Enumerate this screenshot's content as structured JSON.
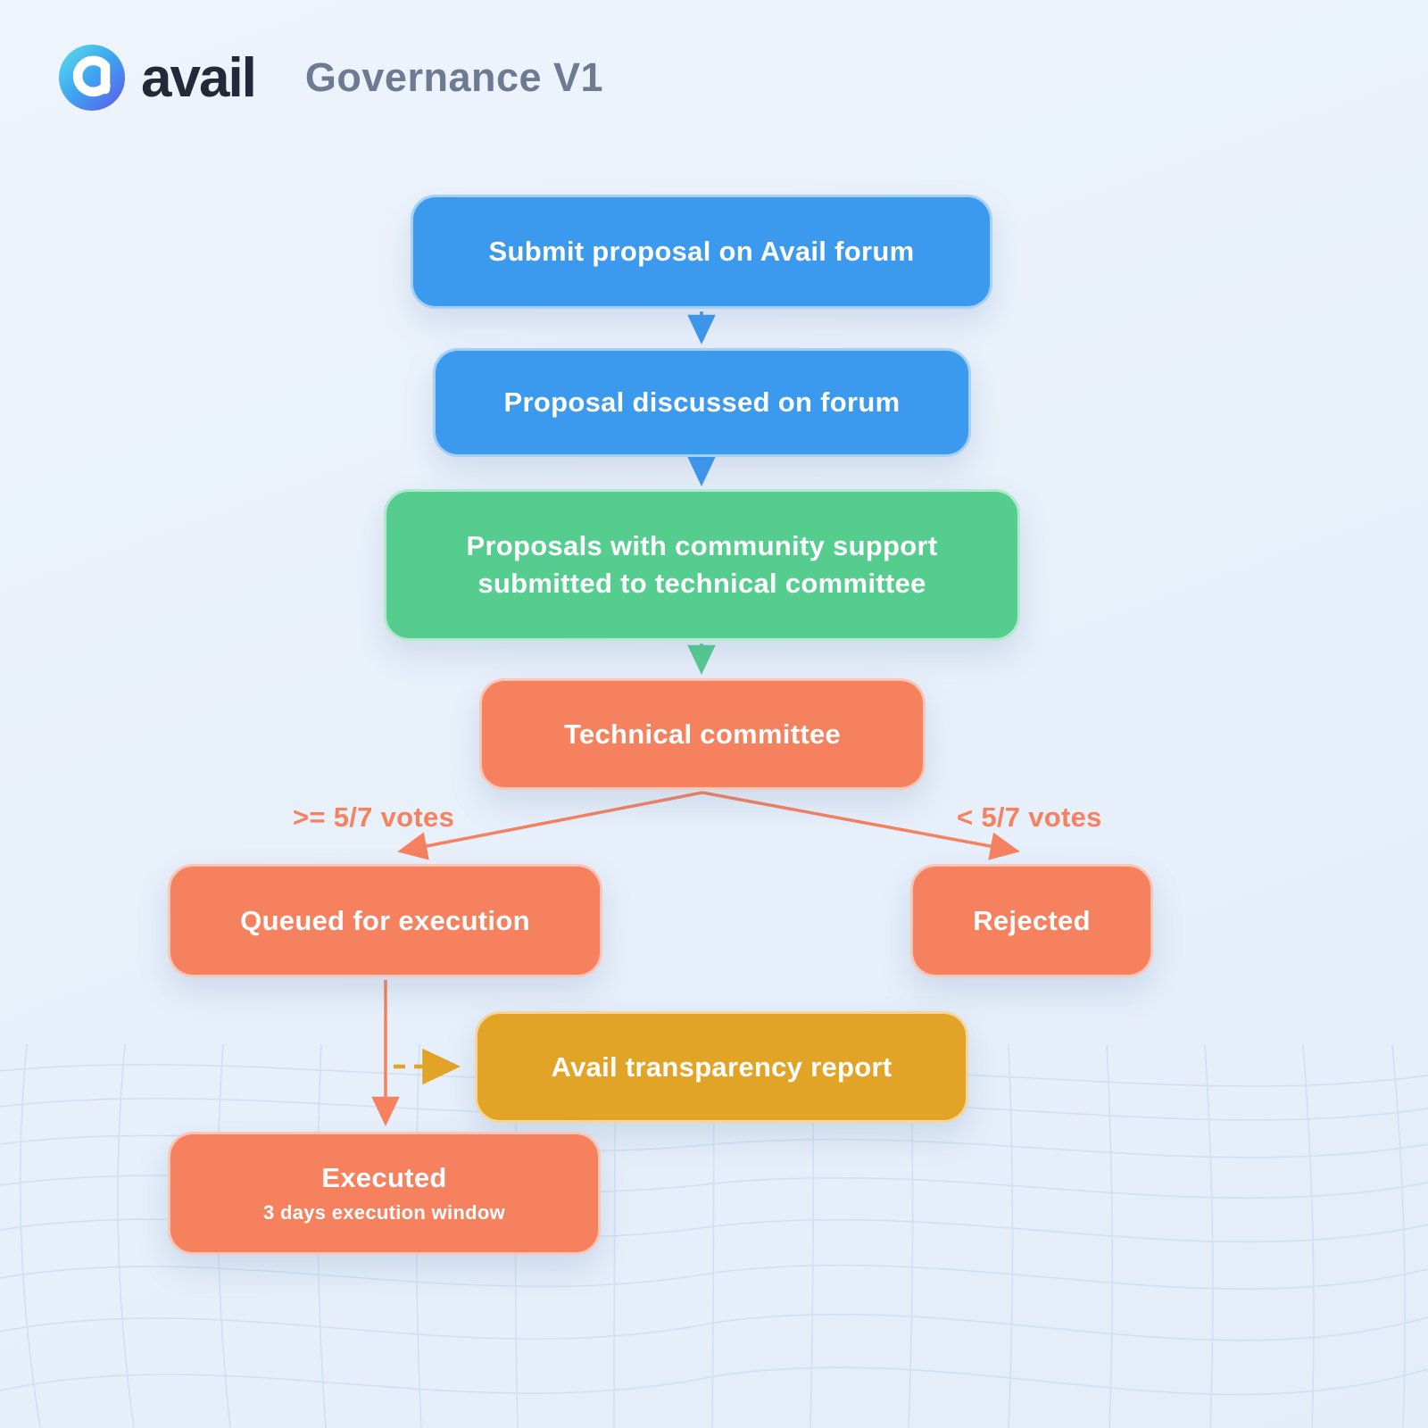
{
  "header": {
    "brand": "avail",
    "title": "Governance V1"
  },
  "flow": {
    "nodes": [
      {
        "id": "submit",
        "label": "Submit proposal on Avail forum",
        "color": "#3b99ee"
      },
      {
        "id": "discussed",
        "label": "Proposal discussed on forum",
        "color": "#3b99ee"
      },
      {
        "id": "community",
        "label": "Proposals with community support submitted to technical committee",
        "color": "#55cd8e"
      },
      {
        "id": "committee",
        "label": "Technical committee",
        "color": "#f5815f"
      },
      {
        "id": "queued",
        "label": "Queued for execution",
        "color": "#f5815f"
      },
      {
        "id": "rejected",
        "label": "Rejected",
        "color": "#f5815f"
      },
      {
        "id": "report",
        "label": "Avail transparency report",
        "color": "#e2a426"
      },
      {
        "id": "executed",
        "label": "Executed",
        "sublabel": "3 days execution window",
        "color": "#f5815f"
      }
    ],
    "edge_labels": {
      "approve": ">= 5/7 votes",
      "reject": "< 5/7 votes"
    }
  },
  "colors": {
    "blue": "#3b99ee",
    "green": "#55cd8e",
    "salmon": "#f5815f",
    "gold": "#e2a426",
    "background": "#e9f1fa",
    "brand_text": "#232a37",
    "title_text": "#6e7a91"
  }
}
